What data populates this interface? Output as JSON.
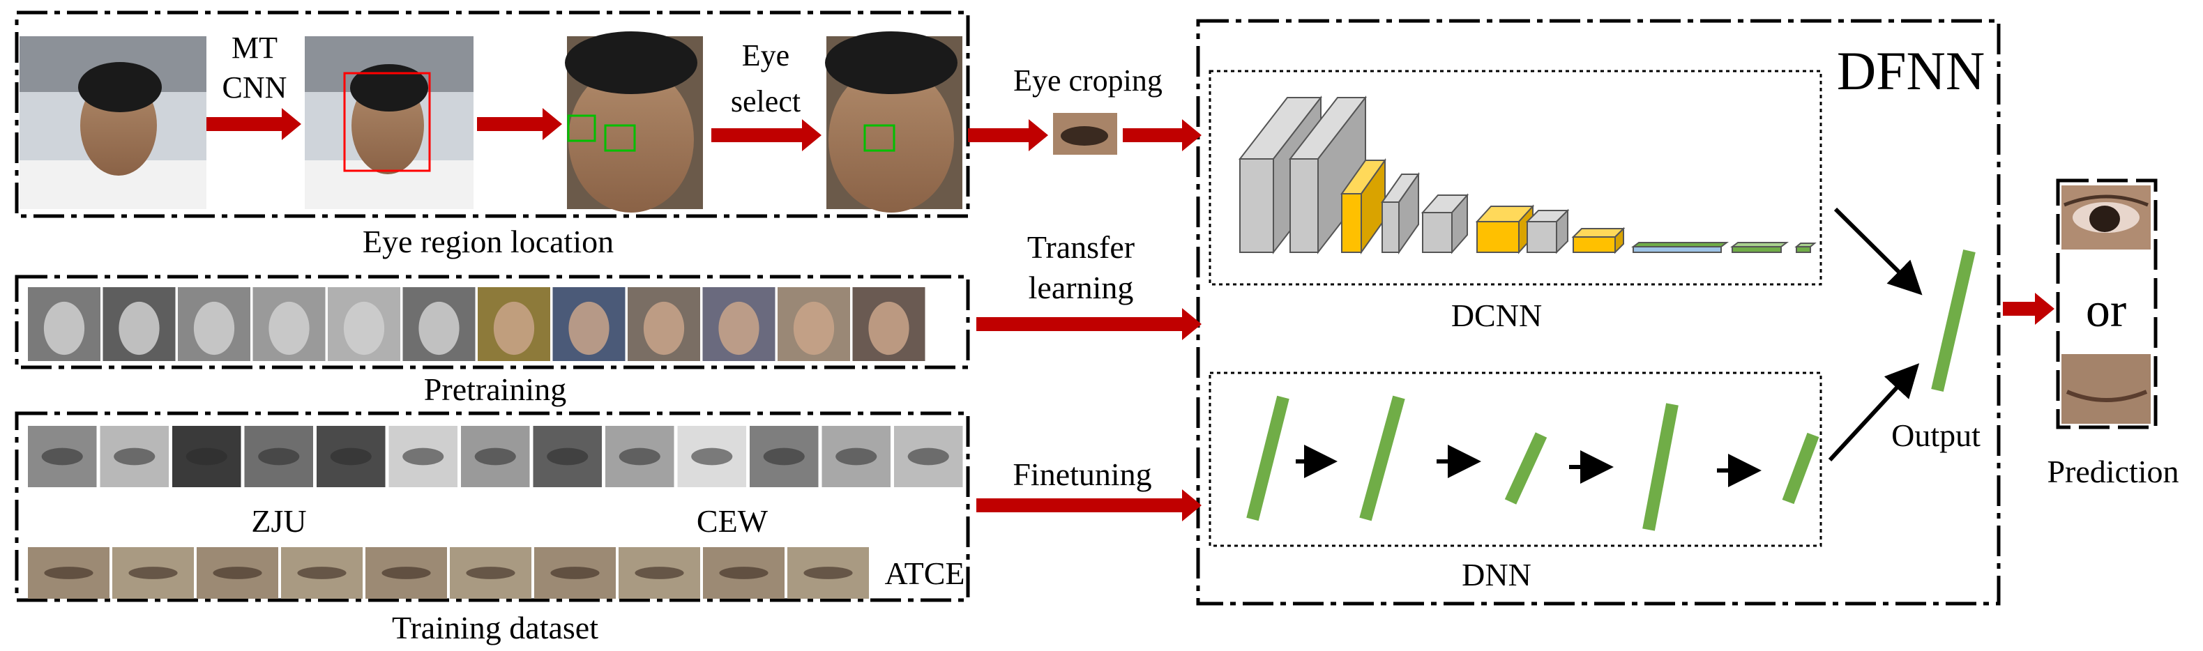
{
  "sections": {
    "eye_region": {
      "title": "Eye region location",
      "steps": [
        "MT",
        "CNN",
        "Eye",
        "select",
        "Eye croping"
      ]
    },
    "pretraining": {
      "title": "Pretraining",
      "thumb_count": 12
    },
    "training": {
      "title": "Training dataset",
      "labels": {
        "zju": "ZJU",
        "cew": "CEW",
        "atce": "ATCE"
      },
      "row1_count": 13,
      "row2_count": 10
    },
    "transfer": {
      "line1": "Transfer",
      "line2": "learning"
    },
    "finetuning": "Finetuning",
    "dfnn": {
      "title": "DFNN",
      "dcnn": "DCNN",
      "dnn": "DNN",
      "output": "Output"
    },
    "prediction": {
      "title": "Prediction",
      "or": "or"
    }
  },
  "colors": {
    "arrow_red": "#c00000",
    "green": "#70ad47",
    "gold": "#ffc000",
    "grey_block": "#c8c8c8",
    "bbox_red": "#ff0000",
    "bbox_green": "#00c000",
    "light_blue": "#9dc3e6"
  }
}
